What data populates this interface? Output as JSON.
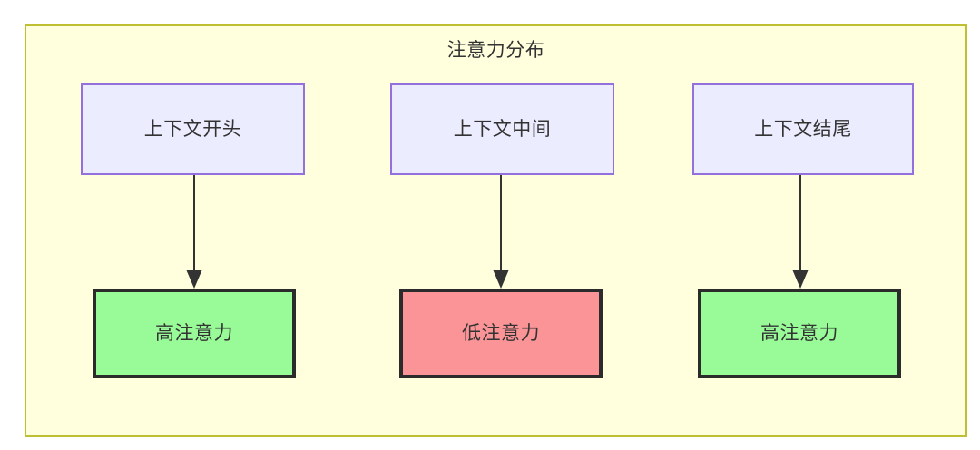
{
  "diagram": {
    "title": "注意力分布",
    "container": {
      "fill": "#ffffdd",
      "border_color": "#bfbf34"
    },
    "top_nodes": [
      {
        "id": "context-start",
        "label": "上下文开头",
        "fill": "#ececff",
        "border_color": "#9370db"
      },
      {
        "id": "context-middle",
        "label": "上下文中间",
        "fill": "#ececff",
        "border_color": "#9370db"
      },
      {
        "id": "context-end",
        "label": "上下文结尾",
        "fill": "#ececff",
        "border_color": "#9370db"
      }
    ],
    "bottom_nodes": [
      {
        "id": "high-attention-start",
        "label": "高注意力",
        "fill": "#98fb98",
        "border_color": "#2b2b2b"
      },
      {
        "id": "low-attention-middle",
        "label": "低注意力",
        "fill": "#fa9497",
        "border_color": "#2b2b2b"
      },
      {
        "id": "high-attention-end",
        "label": "高注意力",
        "fill": "#98fb98",
        "border_color": "#2b2b2b"
      }
    ],
    "edges": [
      {
        "from": "context-start",
        "to": "high-attention-start",
        "label": ""
      },
      {
        "from": "context-middle",
        "to": "low-attention-middle",
        "label": ""
      },
      {
        "from": "context-end",
        "to": "high-attention-end",
        "label": ""
      }
    ],
    "text_color": "#333333"
  }
}
